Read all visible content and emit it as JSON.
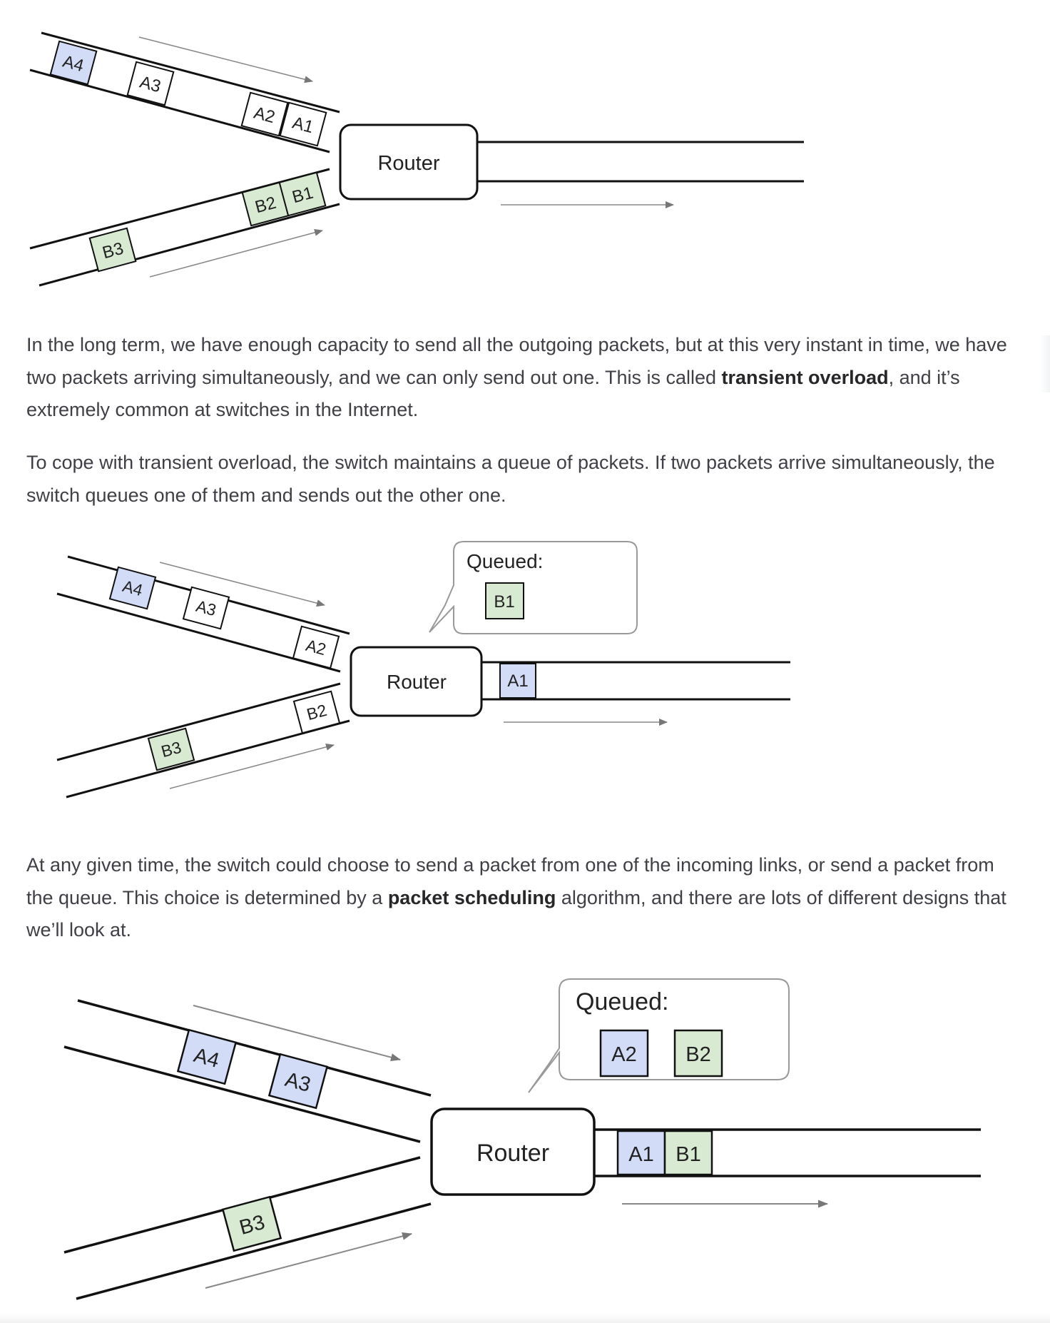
{
  "colors": {
    "a_packet_fill": "#d3dcf7",
    "b_packet_fill": "#d9ead3",
    "line": "#111111",
    "arrow": "#777777",
    "text": "#3f3f46"
  },
  "diagram1": {
    "router_label": "Router",
    "top_link_packets": [
      "A4",
      "A3",
      "A2",
      "A1"
    ],
    "bottom_link_packets": [
      "B3",
      "B2",
      "B1"
    ]
  },
  "paragraph1": {
    "part1": "In the long term, we have enough capacity to send all the outgoing packets, but at this very instant in time, we have two packets arriving simultaneously, and we can only send out one. This is called ",
    "bold1": "transient overload",
    "part2": ", and it’s extremely common at switches in the Internet."
  },
  "paragraph2": {
    "text": "To cope with transient overload, the switch maintains a queue of packets. If two packets arrive simultaneously, the switch queues one of them and sends out the other one."
  },
  "diagram2": {
    "router_label": "Router",
    "queue_label": "Queued:",
    "queued_packets": [
      "B1"
    ],
    "top_link_packets": [
      "A4",
      "A3",
      "A2"
    ],
    "bottom_link_packets": [
      "B3",
      "B2"
    ],
    "outgoing_packets": [
      "A1"
    ]
  },
  "paragraph3": {
    "part1": "At any given time, the switch could choose to send a packet from one of the incoming links, or send a packet from the queue. This choice is determined by a ",
    "bold1": "packet scheduling",
    "part2": " algorithm, and there are lots of different designs that we’ll look at."
  },
  "diagram3": {
    "router_label": "Router",
    "queue_label": "Queued:",
    "queued_packets": [
      "A2",
      "B2"
    ],
    "top_link_packets": [
      "A4",
      "A3"
    ],
    "bottom_link_packets": [
      "B3"
    ],
    "outgoing_packets": [
      "A1",
      "B1"
    ]
  }
}
